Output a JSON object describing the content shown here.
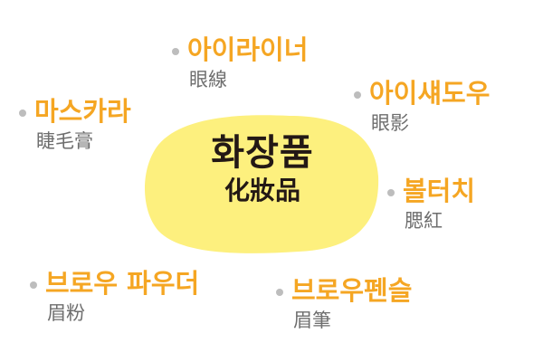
{
  "center": {
    "korean": "화장품",
    "chinese": "化妝品"
  },
  "nodes": [
    {
      "korean": "아이라이너",
      "chinese": "眼線"
    },
    {
      "korean": "마스카라",
      "chinese": "睫毛膏"
    },
    {
      "korean": "아이섀도우",
      "chinese": "眼影"
    },
    {
      "korean": "볼터치",
      "chinese": "腮紅"
    },
    {
      "korean": "브로우 파우더",
      "chinese": "眉粉"
    },
    {
      "korean": "브로우펜슬",
      "chinese": "眉筆"
    }
  ],
  "colors": {
    "accent": "#f5a623",
    "blob": "#fdf07e",
    "text": "#231815"
  }
}
